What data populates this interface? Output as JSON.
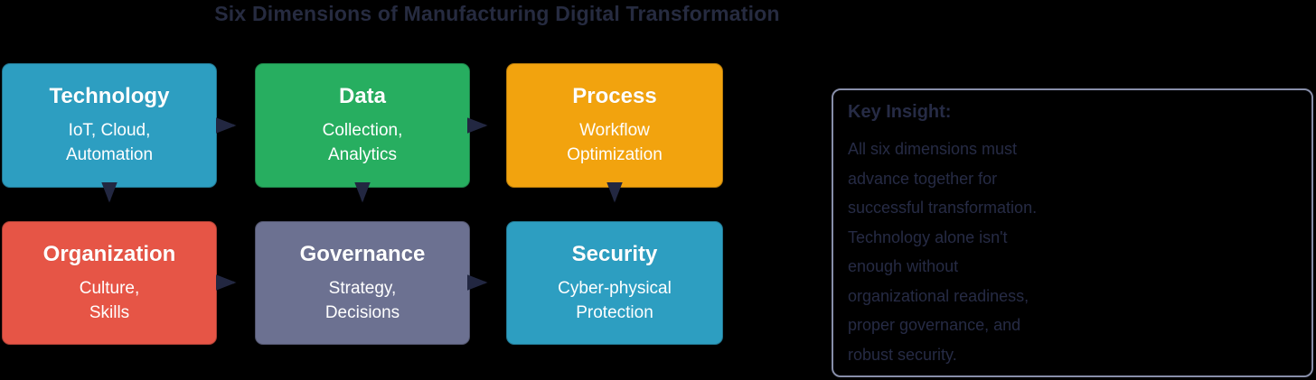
{
  "title": "Six Dimensions of Manufacturing Digital Transformation",
  "colors": {
    "background": "#000000",
    "title_text": "#262b40",
    "arrow": "#222741",
    "panel_border": "#878ea9",
    "panel_text": "#262b45",
    "technology": "#2d9ec1",
    "data": "#27ae60",
    "process": "#f2a30e",
    "organization": "#e65546",
    "governance": "#6c7191",
    "security": "#2d9ec1"
  },
  "boxes": [
    {
      "id": "technology",
      "label": "Technology",
      "sub1": "IoT, Cloud,",
      "sub2": "Automation",
      "color": "#2d9ec1"
    },
    {
      "id": "data",
      "label": "Data",
      "sub1": "Collection,",
      "sub2": "Analytics",
      "color": "#27ae60"
    },
    {
      "id": "process",
      "label": "Process",
      "sub1": "Workflow",
      "sub2": "Optimization",
      "color": "#f2a30e"
    },
    {
      "id": "organization",
      "label": "Organization",
      "sub1": "Culture,",
      "sub2": "Skills",
      "color": "#e65546"
    },
    {
      "id": "governance",
      "label": "Governance",
      "sub1": "Strategy,",
      "sub2": "Decisions",
      "color": "#6c7191"
    },
    {
      "id": "security",
      "label": "Security",
      "sub1": "Cyber-physical",
      "sub2": "Protection",
      "color": "#2d9ec1"
    }
  ],
  "edges": [
    "technology-to-data",
    "data-to-process",
    "organization-to-governance",
    "governance-to-security",
    "technology-to-organization",
    "data-to-governance",
    "process-to-security"
  ],
  "insight": {
    "heading": "Key Insight:",
    "lines": [
      "All six dimensions must",
      "advance together for",
      "successful transformation.",
      "Technology alone isn't",
      "enough without",
      "organizational readiness,",
      "proper governance, and",
      "robust security."
    ]
  }
}
